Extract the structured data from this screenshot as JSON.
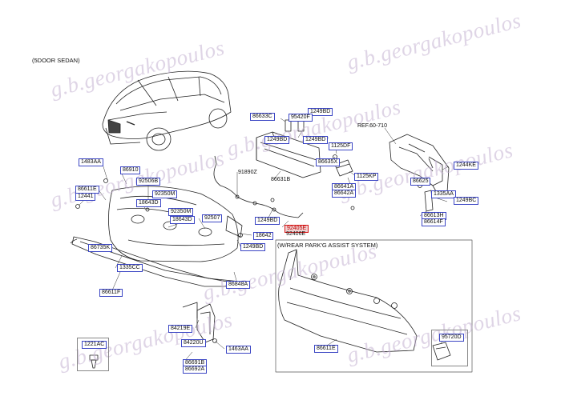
{
  "watermark": "g.b.georgakopoulos",
  "captions": {
    "sedan": "(5DOOR SEDAN)",
    "assist_box": "(W/REAR PARK'G ASSIST SYSTEM)",
    "ref": "REF.60-710"
  },
  "part_labels": {
    "p86633C": "86633C",
    "p1249BD_a": "1249BD",
    "p95420F": "95420F",
    "p1249BD_b": "1249BD",
    "p1249BD_c": "1249BD",
    "p1125DF": "1125DF",
    "p86635X": "86635X",
    "p1125KP": "1125KP",
    "p86641A": "86641A",
    "p86642A": "86642A",
    "p86631B": "86631B",
    "p91890Z": "91890Z",
    "p1483AA": "1483AA",
    "p86910": "86910",
    "p86611E_left": "86611E",
    "p12441": "12441",
    "p92506B": "92506B",
    "p92350M": "92350M",
    "p18643D_a": "18643D",
    "p92350M_b": "92350M",
    "p18643D_b": "18643D",
    "p92507": "92507",
    "p1249BD_d": "1249BD",
    "p92405E": "92405E",
    "p92406E": "92406E",
    "p18642": "18642",
    "p1249BD_e": "1249BD",
    "p86735K": "86735K",
    "p1335CC": "1335CC",
    "p86848A": "86848A",
    "p86611F": "86611F",
    "p84219E": "84219E",
    "p84220U": "84220U",
    "p1463AA": "1463AA",
    "p86691B": "86691B",
    "p86692A": "86692A",
    "p1221AC": "1221AC",
    "p86625": "86625",
    "p1244KE": "1244KE",
    "p1335AA": "1335AA",
    "p1249BC": "1249BC",
    "p86613H": "86613H",
    "p86614F": "86614F",
    "p86611E_box": "86611E",
    "p95720D": "95720D"
  }
}
